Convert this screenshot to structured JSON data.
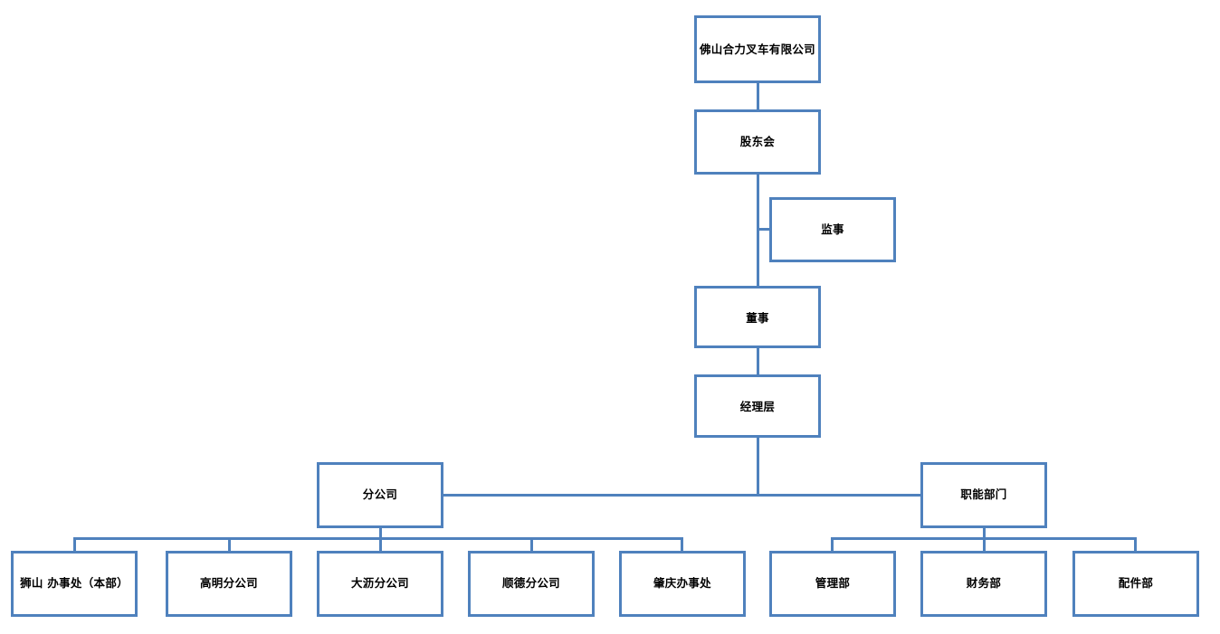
{
  "chart": {
    "title_node": "佛山合力叉车有限公司",
    "accent_color": "#4f81bd",
    "background_color": "#ffffff",
    "text_color": "#000000",
    "type": "organization-chart",
    "levels": [
      {
        "level": 1,
        "nodes": [
          "佛山合力叉车有限公司"
        ]
      },
      {
        "level": 2,
        "nodes": [
          "股东会"
        ]
      },
      {
        "level": 3,
        "nodes": [
          "监事"
        ]
      },
      {
        "level": 4,
        "nodes": [
          "董事"
        ]
      },
      {
        "level": 5,
        "nodes": [
          "经理层"
        ]
      },
      {
        "level": 6,
        "nodes": [
          "分公司",
          "职能部门"
        ]
      },
      {
        "level": 7,
        "nodes": [
          "狮山 办事处（本部）",
          "高明分公司",
          "大沥分公司",
          "顺德分公司",
          "肇庆办事处",
          "管理部",
          "财务部",
          "配件部"
        ]
      }
    ],
    "nodes": {
      "company": "佛山合力叉车有限公司",
      "shareholders": "股东会",
      "supervisor": "监事",
      "director": "董事",
      "management": "经理层",
      "branches": "分公司",
      "functional": "职能部门",
      "branch_1": "狮山 办事处（本部）",
      "branch_2": "高明分公司",
      "branch_3": "大沥分公司",
      "branch_4": "顺德分公司",
      "branch_5": "肇庆办事处",
      "dept_1": "管理部",
      "dept_2": "财务部",
      "dept_3": "配件部"
    },
    "relations": [
      {
        "from": "佛山合力叉车有限公司",
        "to": "股东会"
      },
      {
        "from": "股东会",
        "to": "监事"
      },
      {
        "from": "股东会",
        "to": "董事"
      },
      {
        "from": "董事",
        "to": "经理层"
      },
      {
        "from": "经理层",
        "to": "分公司"
      },
      {
        "from": "经理层",
        "to": "职能部门"
      },
      {
        "from": "分公司",
        "to": "狮山 办事处（本部）"
      },
      {
        "from": "分公司",
        "to": "高明分公司"
      },
      {
        "from": "分公司",
        "to": "大沥分公司"
      },
      {
        "from": "分公司",
        "to": "顺德分公司"
      },
      {
        "from": "分公司",
        "to": "肇庆办事处"
      },
      {
        "from": "职能部门",
        "to": "管理部"
      },
      {
        "from": "职能部门",
        "to": "财务部"
      },
      {
        "from": "职能部门",
        "to": "配件部"
      }
    ]
  }
}
